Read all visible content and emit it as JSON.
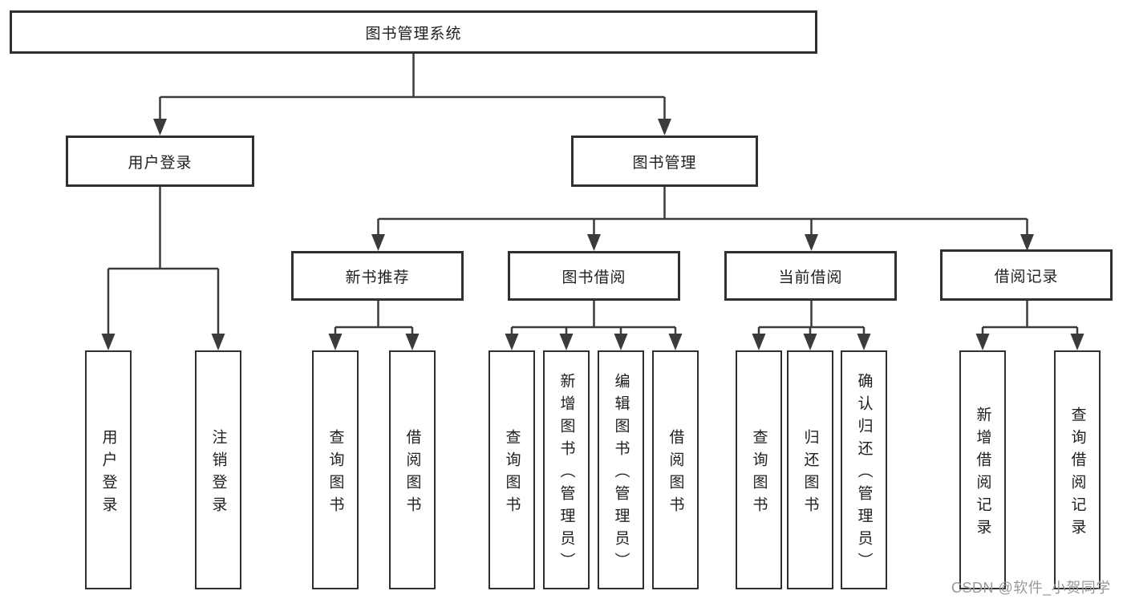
{
  "colors": {
    "background": "#ffffff",
    "line": "#3b3b3b",
    "box-border": "#303030",
    "box-fill": "#ffffff",
    "text": "#1f1f1f",
    "watermark": "#98989f"
  },
  "diagram": {
    "root_label": "图书管理系统",
    "level2": {
      "left": "用户登录",
      "right": "图书管理"
    },
    "level3": [
      "新书推荐",
      "图书借阅",
      "当前借阅",
      "借阅记录"
    ],
    "leaves": {
      "user_login": [
        "用户登录",
        "注销登录"
      ],
      "new_books": [
        "查询图书",
        "借阅图书"
      ],
      "book_borrow": [
        "查询图书",
        "新增图书（管理员）",
        "编辑图书（管理员）",
        "借阅图书"
      ],
      "current_borrow": [
        "查询图书",
        "归还图书",
        "确认归还（管理员）"
      ],
      "borrow_records": [
        "新增借阅记录",
        "查询借阅记录"
      ]
    },
    "watermark": "CSDN @软件_小贺同学"
  }
}
